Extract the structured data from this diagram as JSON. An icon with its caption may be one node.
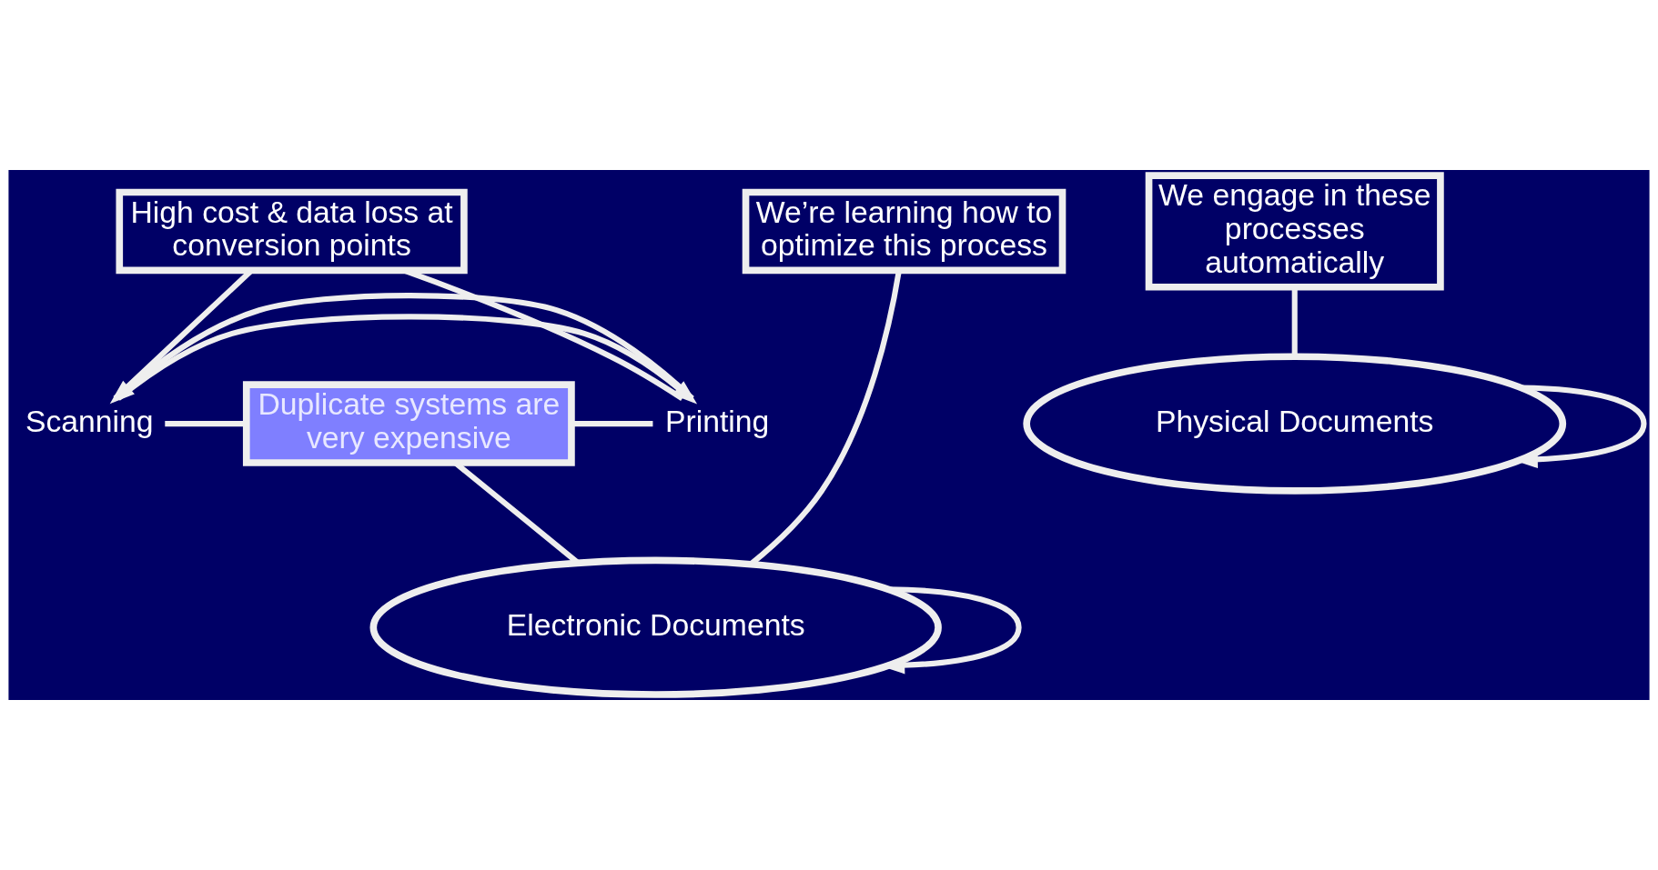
{
  "diagram": {
    "nodes": [
      {
        "text": [
          "High cost & data loss at conversion points"
        ]
      },
      {
        "text": [
          "We’re learning how to optimize this process"
        ]
      },
      {
        "text": [
          "Electronic Documents"
        ]
      },
      {
        "text": [
          "Duplicate systems are very expensive"
        ]
      },
      {
        "text": [
          "Physical Documents"
        ]
      },
      {
        "text": [
          "We engage in these processes automatically"
        ]
      },
      {
        "text": [
          "Scanning"
        ]
      },
      {
        "text": [
          "Printing"
        ]
      }
    ],
    "edges": [
      {
        "from": 6,
        "to": 7,
        "arrow": "to"
      },
      {
        "from": 7,
        "to": 6,
        "arrow": "to"
      },
      {
        "from": 2,
        "to": 2,
        "arrow": "to"
      },
      {
        "from": 4,
        "to": 4,
        "arrow": "to"
      },
      {
        "from": 6,
        "to": 3,
        "arrow": "none"
      },
      {
        "from": 3,
        "to": 7,
        "arrow": "none"
      },
      {
        "from": 0,
        "to": 6,
        "arrow": "none"
      },
      {
        "from": 0,
        "to": 7,
        "arrow": "none"
      },
      {
        "from": 1,
        "to": 2,
        "arrow": "none"
      },
      {
        "from": 3,
        "to": 2,
        "arrow": "none"
      },
      {
        "from": 5,
        "to": 4,
        "arrow": "none"
      }
    ]
  }
}
